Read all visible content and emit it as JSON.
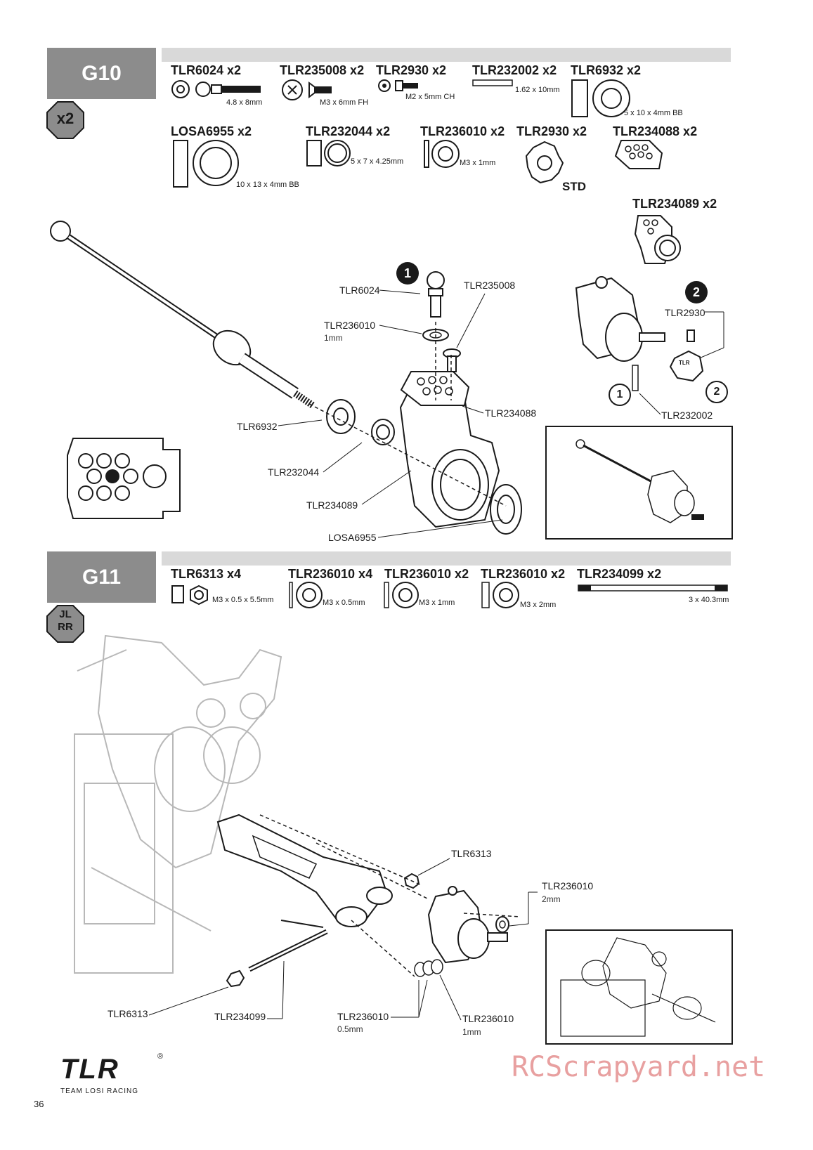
{
  "g10": {
    "step": "G10",
    "qty_badge": "x2",
    "parts_row1": [
      {
        "pn": "TLR6024 x2",
        "spec": "4.8 x 8mm"
      },
      {
        "pn": "TLR235008 x2",
        "spec": "M3 x 6mm FH"
      },
      {
        "pn": "TLR2930 x2",
        "spec": "M2 x 5mm CH"
      },
      {
        "pn": "TLR232002 x2",
        "spec": "1.62 x 10mm"
      },
      {
        "pn": "TLR6932 x2",
        "spec": "5 x 10 x 4mm BB"
      }
    ],
    "parts_row2": [
      {
        "pn": "LOSA6955 x2",
        "spec": "10 x 13 x 4mm BB"
      },
      {
        "pn": "TLR232044 x2",
        "spec": "5 x 7 x 4.25mm"
      },
      {
        "pn": "TLR236010 x2",
        "spec": "M3 x 1mm"
      },
      {
        "pn": "TLR2930 x2",
        "spec": "STD"
      },
      {
        "pn": "TLR234088 x2",
        "spec": ""
      }
    ],
    "part_extra": {
      "pn": "TLR234089 x2"
    },
    "callouts": {
      "c1": "1",
      "c2": "2",
      "tlr6024": "TLR6024",
      "tlr235008": "TLR235008",
      "tlr236010": "TLR236010",
      "tlr236010_sub": "1mm",
      "tlr234088": "TLR234088",
      "tlr6932": "TLR6932",
      "tlr232044": "TLR232044",
      "tlr234089": "TLR234089",
      "losa6955": "LOSA6955",
      "tlr2930": "TLR2930",
      "tlr232002": "TLR232002",
      "hub_std": "STD",
      "hub_text": "TLR"
    }
  },
  "g11": {
    "step": "G11",
    "parts": [
      {
        "pn": "TLR6313 x4",
        "spec": "M3 x 0.5 x 5.5mm"
      },
      {
        "pn": "TLR236010 x4",
        "spec": "M3 x 0.5mm"
      },
      {
        "pn": "TLR236010 x2",
        "spec": "M3 x 1mm"
      },
      {
        "pn": "TLR236010 x2",
        "spec": "M3 x 2mm"
      },
      {
        "pn": "TLR234099 x2",
        "spec": "3 x 40.3mm"
      }
    ],
    "badge_top": "JL",
    "badge_bottom": "RR",
    "callouts": {
      "tlr6313_a": "TLR6313",
      "tlr236010_2mm": "TLR236010",
      "tlr236010_2mm_sub": "2mm",
      "tlr6313_b": "TLR6313",
      "tlr234099": "TLR234099",
      "tlr236010_05": "TLR236010",
      "tlr236010_05_sub": "0.5mm",
      "tlr236010_1": "TLR236010",
      "tlr236010_1_sub": "1mm"
    }
  },
  "footer": {
    "page": "36",
    "logo": "TLR",
    "logo_sub": "TEAM LOSI RACING",
    "reg": "®",
    "watermark": "RCScrapyard.net"
  }
}
